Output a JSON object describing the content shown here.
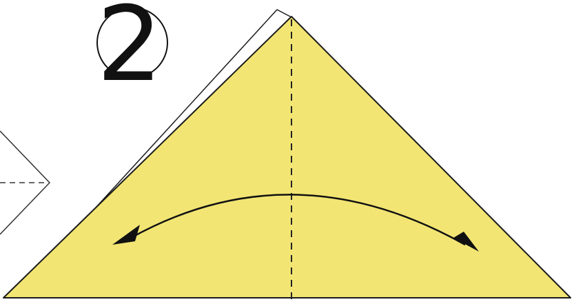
{
  "step": {
    "number": "2"
  },
  "colors": {
    "paper_front": "#f2e573",
    "paper_back": "#ffffff",
    "outline": "#1a1a1a",
    "fold_line": "#222222",
    "arrow": "#111111"
  },
  "icons": {
    "step_badge": "circled-number",
    "fold_arrow": "double-headed-curved-arrow",
    "valley_fold": "dashed-line"
  }
}
